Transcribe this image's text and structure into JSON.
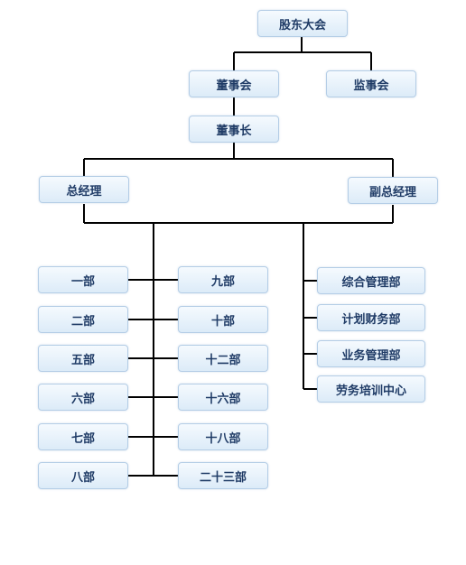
{
  "org_chart": {
    "top": {
      "shareholders": "股东大会"
    },
    "board": {
      "directors": "董事会",
      "supervisors": "监事会",
      "chairman": "董事长"
    },
    "management": {
      "general_manager": "总经理",
      "deputy_general_manager": "副总经理"
    },
    "departments_left": [
      "一部",
      "二部",
      "五部",
      "六部",
      "七部",
      "八部"
    ],
    "departments_middle": [
      "九部",
      "十部",
      "十二部",
      "十六部",
      "十八部",
      "二十三部"
    ],
    "departments_right": [
      "综合管理部",
      "计划财务部",
      "业务管理部",
      "劳务培训中心"
    ]
  }
}
